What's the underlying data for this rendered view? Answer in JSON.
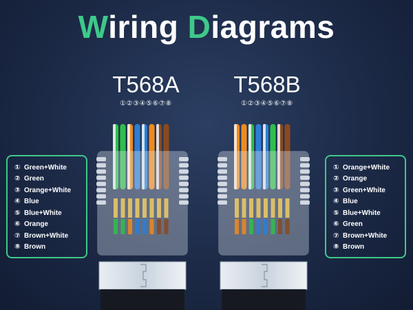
{
  "title": {
    "accent_1": "W",
    "text_1": "iring ",
    "accent_2": "D",
    "text_2": "iagrams"
  },
  "colors": {
    "accent": "#3ec98a",
    "background": "#1c2a47"
  },
  "standards": [
    {
      "label": "T568A",
      "pins": "①②③④⑤⑥⑦⑧",
      "legend": [
        {
          "num": "①",
          "label": "Green+White"
        },
        {
          "num": "②",
          "label": "Green"
        },
        {
          "num": "③",
          "label": "Orange+White"
        },
        {
          "num": "④",
          "label": "Blue"
        },
        {
          "num": "⑤",
          "label": "Blue+White"
        },
        {
          "num": "⑥",
          "label": "Orange"
        },
        {
          "num": "⑦",
          "label": "Brown+White"
        },
        {
          "num": "⑧",
          "label": "Brown"
        }
      ],
      "wire_colors": [
        "#2fbf4a",
        "#2fbf4a",
        "#f08a1c",
        "#2c7ed6",
        "#2c7ed6",
        "#f08a1c",
        "#8a4a1e",
        "#8a4a1e"
      ],
      "wire_striped": [
        true,
        false,
        true,
        false,
        true,
        false,
        true,
        false
      ]
    },
    {
      "label": "T568B",
      "pins": "①②③④⑤⑥⑦⑧",
      "legend": [
        {
          "num": "①",
          "label": "Orange+White"
        },
        {
          "num": "②",
          "label": "Orange"
        },
        {
          "num": "③",
          "label": "Green+White"
        },
        {
          "num": "④",
          "label": "Blue"
        },
        {
          "num": "⑤",
          "label": "Blue+White"
        },
        {
          "num": "⑥",
          "label": "Green"
        },
        {
          "num": "⑦",
          "label": "Brown+White"
        },
        {
          "num": "⑧",
          "label": "Brown"
        }
      ],
      "wire_colors": [
        "#f08a1c",
        "#f08a1c",
        "#2fbf4a",
        "#2c7ed6",
        "#2c7ed6",
        "#2fbf4a",
        "#8a4a1e",
        "#8a4a1e"
      ],
      "wire_striped": [
        true,
        false,
        true,
        false,
        true,
        false,
        true,
        false
      ]
    }
  ]
}
